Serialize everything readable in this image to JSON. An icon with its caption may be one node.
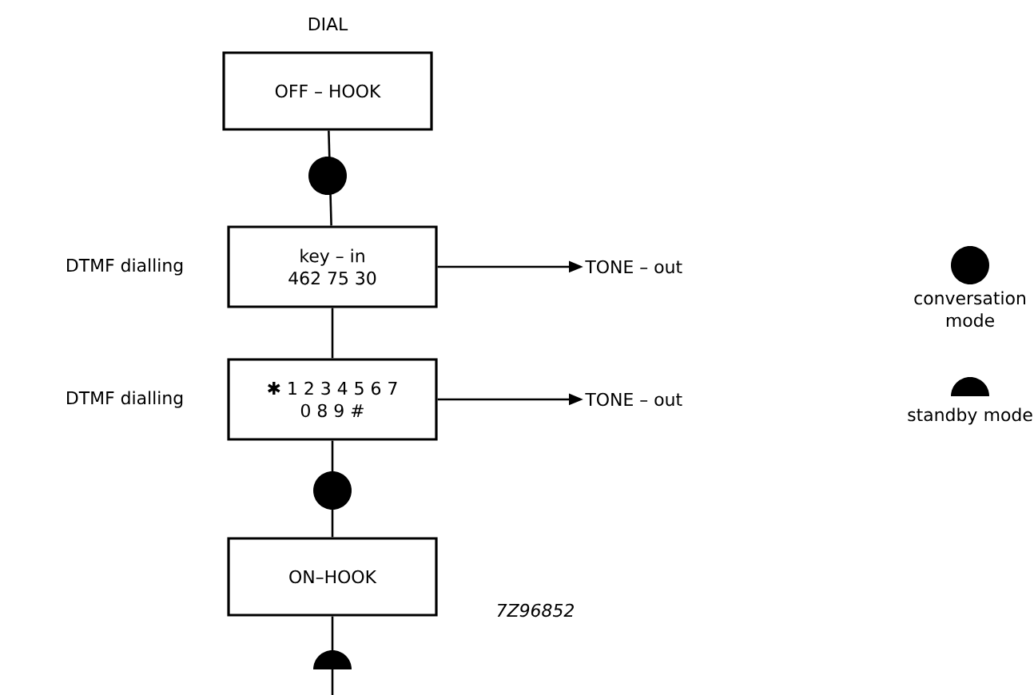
{
  "diagram": {
    "nodes": [
      {
        "text": [
          "OFF – HOOK"
        ],
        "beside": [
          "DIAL"
        ]
      },
      {
        "text": [
          "key – in",
          "462 75 30"
        ],
        "beside": [
          "DTMF dialling"
        ]
      },
      {
        "text": [
          "✱ 1 2 3 4 5 6 7",
          "0 8 9 #"
        ],
        "beside": [
          "DTMF dialling"
        ]
      },
      {
        "text": [
          "ON–HOOK"
        ]
      },
      {
        "text": [
          "TONE – out"
        ]
      },
      {
        "text": [
          "TONE – out"
        ]
      }
    ],
    "edges": [
      {
        "from": 0,
        "to": 1,
        "arrow": "none"
      },
      {
        "from": 1,
        "to": 2,
        "arrow": "none"
      },
      {
        "from": 2,
        "to": 3,
        "arrow": "none"
      },
      {
        "from": 1,
        "to": 4,
        "arrow": "to"
      },
      {
        "from": 2,
        "to": 5,
        "arrow": "to"
      },
      {
        "from": 3,
        "to": null,
        "arrow": "none"
      }
    ],
    "labels": [
      "7Z96852"
    ],
    "legend": [
      {
        "text": "conversation mode"
      },
      {
        "text": "standby mode"
      }
    ]
  }
}
